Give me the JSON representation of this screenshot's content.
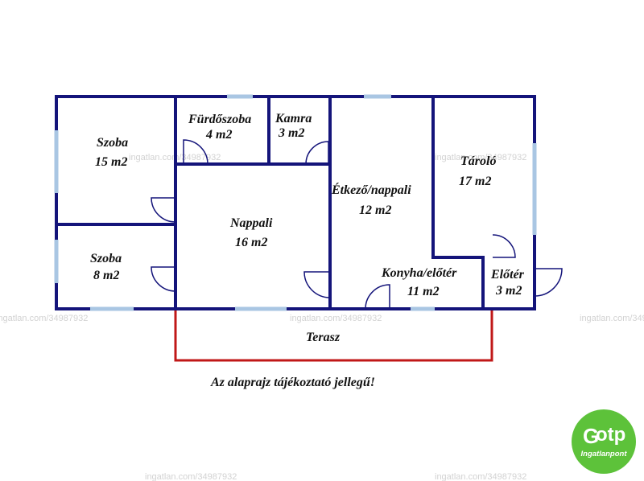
{
  "rooms": {
    "szoba1": {
      "name": "Szoba",
      "area": "15 m2"
    },
    "furdoszoba": {
      "name": "Fürdőszoba",
      "area": "4 m2"
    },
    "kamra": {
      "name": "Kamra",
      "area": "3 m2"
    },
    "etkezo": {
      "name": "Étkező/nappali",
      "area": "12 m2"
    },
    "tarolo": {
      "name": "Tároló",
      "area": "17 m2"
    },
    "nappali": {
      "name": "Nappali",
      "area": "16 m2"
    },
    "szoba2": {
      "name": "Szoba",
      "area": "8 m2"
    },
    "konyha": {
      "name": "Konyha/előtér",
      "area": "11 m2"
    },
    "eloter": {
      "name": "Előtér",
      "area": "3 m2"
    },
    "terasz": {
      "name": "Terasz"
    }
  },
  "note": "Az alaprajz tájékoztató jellegű!",
  "watermark": "ingatlan.com/34987932",
  "logo": {
    "mark": "G",
    "word": "otp",
    "subtitle": "Ingatlanpont"
  },
  "colors": {
    "wall": "#14147a",
    "window": "#a9c6e3",
    "terrace": "#c01818",
    "logo": "#5dc23a"
  }
}
